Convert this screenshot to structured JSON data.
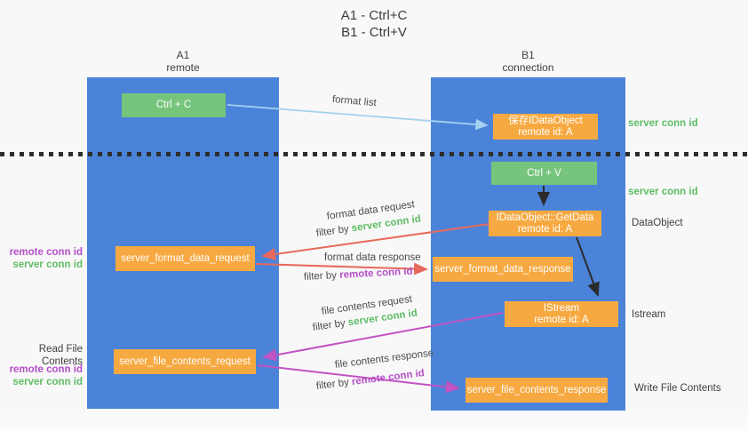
{
  "title": {
    "line1": "A1 - Ctrl+C",
    "line2": "B1 - Ctrl+V"
  },
  "lanes": {
    "left": {
      "name": "A1",
      "role": "remote"
    },
    "right": {
      "name": "B1",
      "role": "connection"
    }
  },
  "nodes": {
    "ctrl_c": {
      "label": "Ctrl + C"
    },
    "save_dataobject": {
      "line1": "保存IDataObject",
      "line2": "remote id: A"
    },
    "ctrl_v": {
      "label": "Ctrl + V"
    },
    "getdata": {
      "line1": "IDataObject::GetData",
      "line2": "remote id: A"
    },
    "istream": {
      "line1": "IStream",
      "line2": "remote id: A"
    },
    "server_format_data_request": {
      "label": "server_format_data_request"
    },
    "server_format_data_response": {
      "label": "server_format_data_response"
    },
    "server_file_contents_request": {
      "label": "server_file_contents_request"
    },
    "server_file_contents_response": {
      "label": "server_file_contents_response"
    }
  },
  "edge_labels": {
    "format_list": "format list",
    "format_data_request": "format data request",
    "format_data_response": "format data response",
    "file_contents_request": "file contents request",
    "file_contents_response": "file contents response",
    "filter_by": "filter by",
    "server_conn_id": "server conn id",
    "remote_conn_id": "remote conn id"
  },
  "side_labels": {
    "server_conn_id_top": "server conn id",
    "server_conn_id_mid": "server conn id",
    "dataobject": "DataObject",
    "istream": "Istream",
    "write_file_contents": "Write File Contents",
    "read_file_contents": "Read File Contents",
    "format_remote_conn_id": "remote conn id",
    "format_server_conn_id": "server conn id",
    "file_remote_conn_id": "remote conn id",
    "file_server_conn_id": "server conn id"
  },
  "colors": {
    "lane_blue": "#4b83d9",
    "node_green": "#77c47c",
    "node_orange": "#f7a941",
    "arrow_blue": "#a5d2ef",
    "arrow_red": "#e7695e",
    "arrow_magenta": "#c253c2",
    "arrow_black": "#2b2b2b",
    "text_green": "#5fbc66",
    "text_purple": "#b44fc8"
  }
}
